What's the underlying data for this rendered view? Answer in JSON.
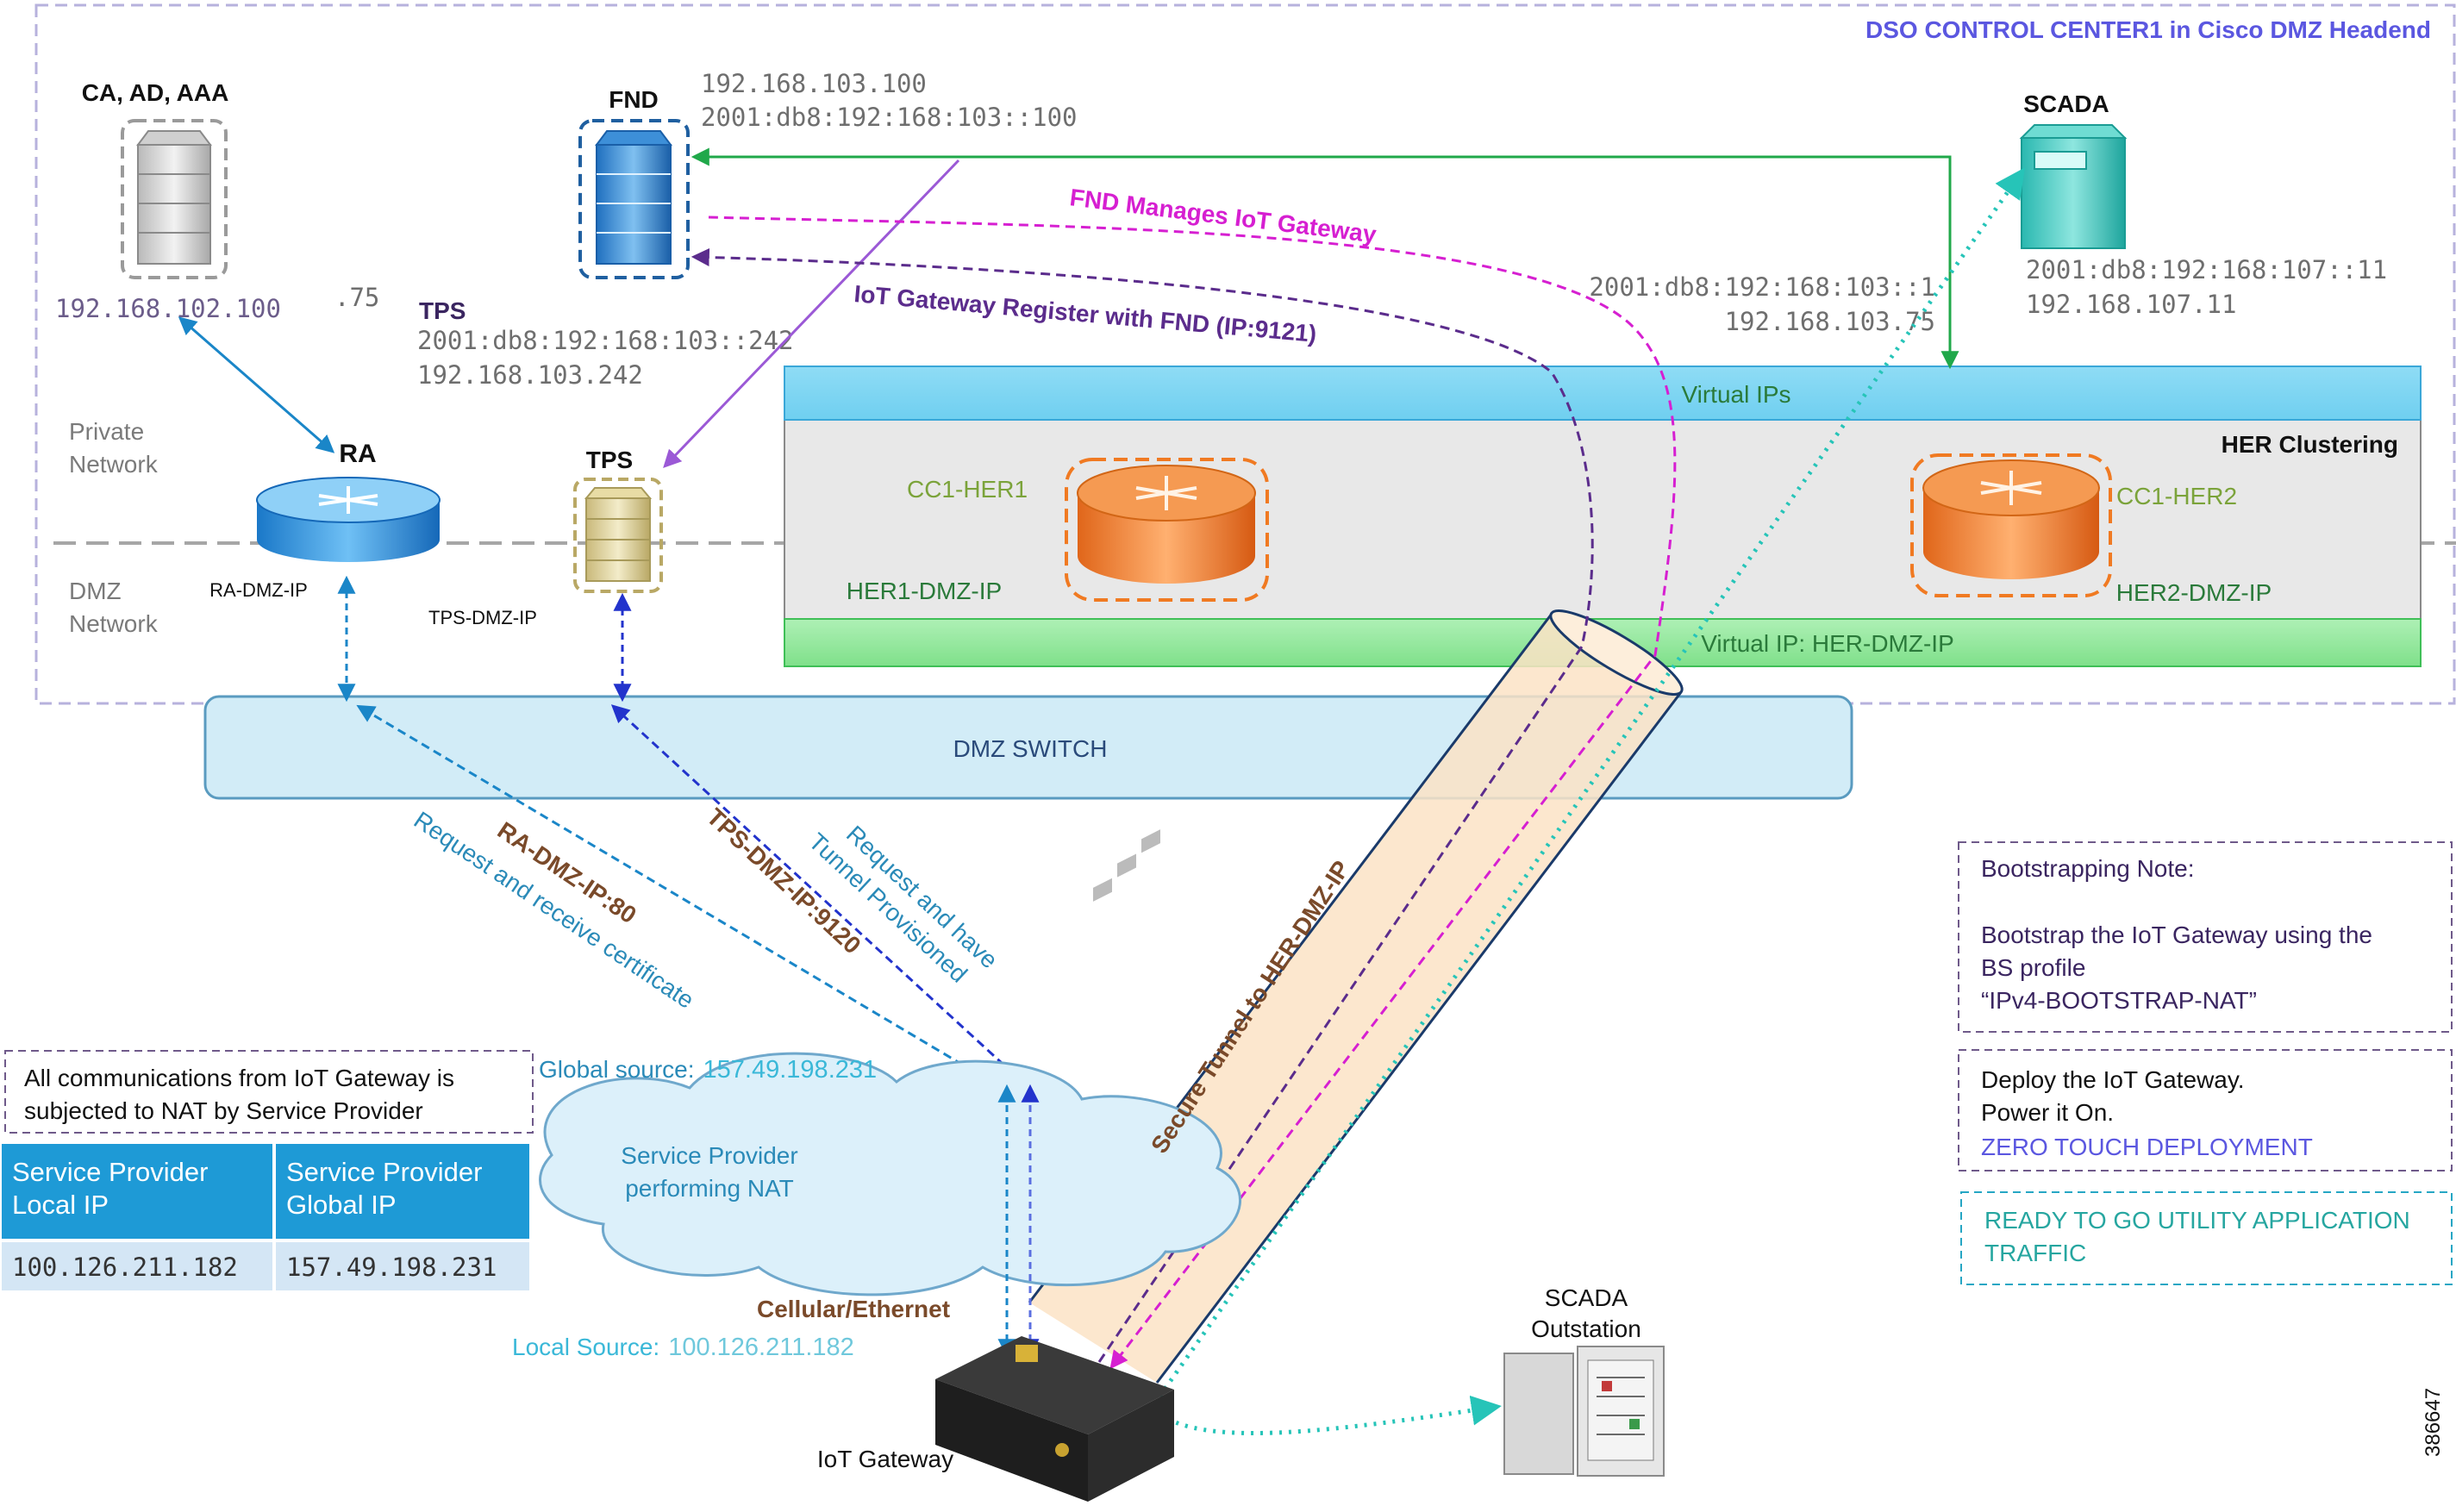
{
  "title": "DSO CONTROL CENTER1 in Cisco DMZ Headend",
  "zones": {
    "private": [
      "Private",
      "Network"
    ],
    "dmz": [
      "DMZ",
      "Network"
    ]
  },
  "nodes": {
    "ca": {
      "label": "CA, AD, AAA",
      "ip": "192.168.102.100"
    },
    "fnd": {
      "label": "FND",
      "ipv4": "192.168.103.100",
      "ipv6": "2001:db8:192:168:103::100"
    },
    "tps_info": {
      "label": "TPS",
      "ipv6": "2001:db8:192:168:103::242",
      "ipv4": "192.168.103.242"
    },
    "tps": {
      "label": "TPS",
      "dmz": "TPS-DMZ-IP"
    },
    "ra": {
      "label": "RA",
      "suffix": ".75",
      "dmz": "RA-DMZ-IP"
    },
    "scada": {
      "label": "SCADA",
      "ipv6": "2001:db8:192:168:107::11",
      "ipv4": "192.168.107.11"
    },
    "her_vip": {
      "ipv6": "2001:db8:192:168:103::1",
      "ipv4": "192.168.103.75"
    },
    "outstation": {
      "label": [
        "SCADA",
        "Outstation"
      ]
    },
    "gateway": {
      "label": "IoT Gateway"
    }
  },
  "her": {
    "virtual_ips": "Virtual IPs",
    "clustering": "HER Clustering",
    "her1": "CC1-HER1",
    "her2": "CC1-HER2",
    "her1_dmz": "HER1-DMZ-IP",
    "her2_dmz": "HER2-DMZ-IP",
    "virtual_dmz": "Virtual IP: HER-DMZ-IP"
  },
  "dmz_switch": "DMZ SWITCH",
  "flows": {
    "fnd_manages": "FND Manages IoT Gateway",
    "register": "IoT Gateway Register with FND (IP:9121)",
    "ra_port": "RA-DMZ-IP:80",
    "ra_desc": "Request and receive certificate",
    "tps_port": "TPS-DMZ-IP:9120",
    "tps_desc": [
      "Request and have",
      "Tunnel Provisioned"
    ],
    "tunnel": "Secure Tunnel to HER-DMZ-IP"
  },
  "nat": {
    "note": [
      "All communications from IoT Gateway is",
      "subjected to NAT by Service Provider"
    ],
    "global_label": "Global source:",
    "global_ip": "157.49.198.231",
    "local_label": "Local Source:",
    "local_ip": "100.126.211.182",
    "cloud": [
      "Service Provider",
      "performing NAT"
    ],
    "link": "Cellular/Ethernet",
    "table": {
      "headers": [
        [
          "Service Provider",
          "Local IP"
        ],
        [
          "Service Provider",
          "Global IP"
        ]
      ],
      "values": [
        "100.126.211.182",
        "157.49.198.231"
      ]
    }
  },
  "notes": {
    "bootstrap": [
      "Bootstrapping Note:",
      "Bootstrap the IoT Gateway using the",
      "BS profile",
      "“IPv4-BOOTSTRAP-NAT”"
    ],
    "deploy": [
      "Deploy the IoT Gateway.",
      "Power it On."
    ],
    "ztd": "ZERO TOUCH DEPLOYMENT",
    "ready": [
      "READY TO GO UTILITY APPLICATION",
      "TRAFFIC"
    ]
  },
  "figure_id": "386647",
  "colors": {
    "purple": "#5b2c8c",
    "magenta": "#d61fd1",
    "violet": "#9b59d6",
    "green": "#20a84a",
    "teal": "#26c4b8",
    "blue": "#1a86c8",
    "navy": "#2233cc",
    "brown": "#7a4a2a",
    "orange": "#f07a22",
    "title": "#5b57e0"
  }
}
